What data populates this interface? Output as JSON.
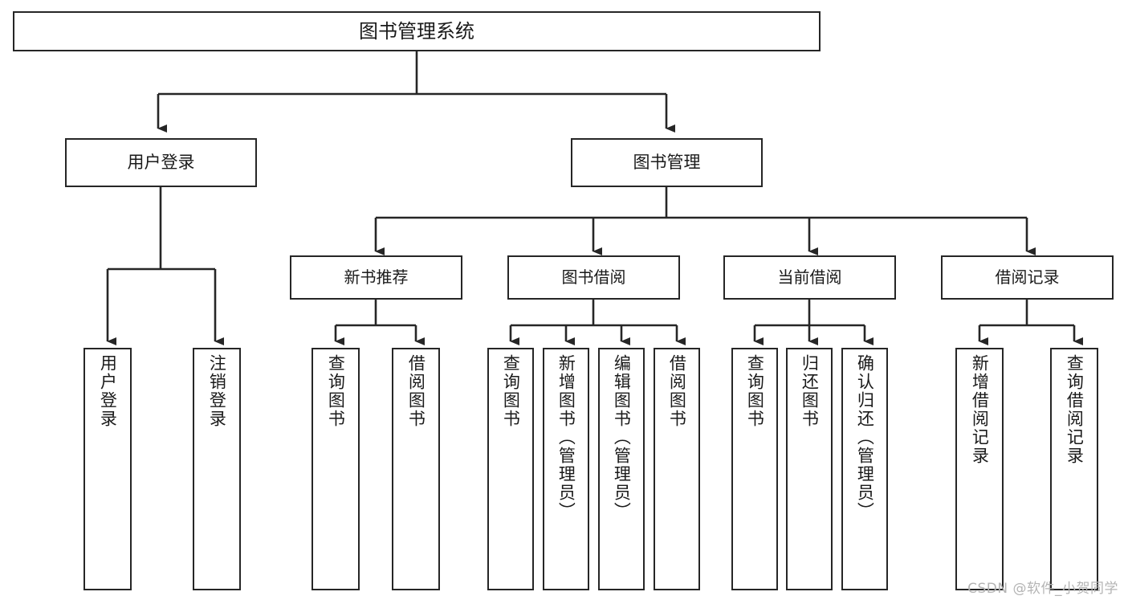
{
  "diagram": {
    "title": "图书管理系统",
    "watermark": "CSDN @软件_小贺同学",
    "colors": {
      "background": "#ffffff",
      "border": "#262626",
      "text": "#1a1a1a",
      "watermark": "#b4b4b4"
    }
  },
  "nodes": {
    "root": {
      "label": "图书管理系统"
    },
    "level2": [
      {
        "id": "user-login",
        "label": "用户登录"
      },
      {
        "id": "book-manage",
        "label": "图书管理"
      }
    ],
    "level3": [
      {
        "id": "new-book-recommend",
        "label": "新书推荐"
      },
      {
        "id": "book-borrow",
        "label": "图书借阅"
      },
      {
        "id": "current-borrow",
        "label": "当前借阅"
      },
      {
        "id": "borrow-record",
        "label": "借阅记录"
      }
    ],
    "leaves": [
      {
        "id": "leaf-user-login",
        "label": "用户登录",
        "parent": "user-login"
      },
      {
        "id": "leaf-logout",
        "label": "注销登录",
        "parent": "user-login"
      },
      {
        "id": "leaf-query-book-1",
        "label": "查询图书",
        "parent": "new-book-recommend"
      },
      {
        "id": "leaf-borrow-book-1",
        "label": "借阅图书",
        "parent": "new-book-recommend"
      },
      {
        "id": "leaf-query-book-2",
        "label": "查询图书",
        "parent": "book-borrow"
      },
      {
        "id": "leaf-add-book",
        "label": "新增图书（管理员）",
        "parent": "book-borrow"
      },
      {
        "id": "leaf-edit-book",
        "label": "编辑图书（管理员）",
        "parent": "book-borrow"
      },
      {
        "id": "leaf-borrow-book-2",
        "label": "借阅图书",
        "parent": "book-borrow"
      },
      {
        "id": "leaf-query-book-3",
        "label": "查询图书",
        "parent": "current-borrow"
      },
      {
        "id": "leaf-return-book",
        "label": "归还图书",
        "parent": "current-borrow"
      },
      {
        "id": "leaf-confirm-return",
        "label": "确认归还（管理员）",
        "parent": "current-borrow"
      },
      {
        "id": "leaf-add-record",
        "label": "新增借阅记录",
        "parent": "borrow-record"
      },
      {
        "id": "leaf-query-record",
        "label": "查询借阅记录",
        "parent": "borrow-record"
      }
    ]
  }
}
